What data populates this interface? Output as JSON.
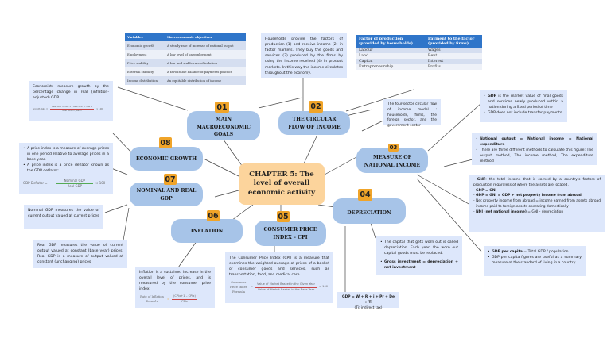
{
  "center": {
    "title": "CHAPTER 5: The level of overall economic activity"
  },
  "colors": {
    "node": "#a7c4e8",
    "badge": "#f0a429",
    "center": "#fcd49c",
    "note": "#dde7fb",
    "table_header": "#2f75c9"
  },
  "nodes": [
    {
      "number": "01",
      "label": "MAIN MACROECONOMIC GOALS"
    },
    {
      "number": "02",
      "label": "THE CIRCULAR FLOW OF INCOME"
    },
    {
      "number": "03",
      "label": "MEASURE OF NATIONAL INCOME"
    },
    {
      "number": "04",
      "label": "DEPRECIATION"
    },
    {
      "number": "05",
      "label": "CONSUMER PRICE INDEX – CPI"
    },
    {
      "number": "06",
      "label": "INFLATION"
    },
    {
      "number": "07",
      "label": "NOMINAL AND REAL GDP"
    },
    {
      "number": "08",
      "label": "ECONOMIC GROWTH"
    }
  ],
  "goals_table": {
    "headers": [
      "Variables",
      "Macroeconomic objectives"
    ],
    "rows": [
      [
        "Economic growth",
        "A steady rate of increase of national output"
      ],
      [
        "Employment",
        "A low level of unemployment"
      ],
      [
        "Price stability",
        "A low and stable rate of inflation"
      ],
      [
        "External stability",
        "A favourable balance of payments position"
      ],
      [
        "Income distribution",
        "An equitable distribution of income"
      ]
    ]
  },
  "factor_table": {
    "headers": [
      "Factor of production (provided by households)",
      "Payment to the factor (provided by firms)"
    ],
    "rows": [
      [
        "Labour",
        "Wages"
      ],
      [
        "Land",
        "Rent"
      ],
      [
        "Capital",
        "Interest"
      ],
      [
        "Entrepreneurship",
        "Profits"
      ]
    ]
  },
  "notes": {
    "circular_flow": "Households provide the factors of production (1) and receive income (2) in factor markets. They buy the goods and services (3) produced by the firms by using the income received (4) in product markets. In this way the income circulates throughout the economy.",
    "four_sector": "The four-sector circular flow of income model : households, firms, the foreign sector, and the government sector",
    "gdp": [
      {
        "bold": "GDP",
        "text": " is the market value of final goods and services newly produced within a nation during a fixed period of time"
      },
      {
        "bold": "",
        "text": "GDP does not include transfer payments"
      }
    ],
    "national_income": [
      {
        "bold": "National output = National income = National expenditure",
        "text": ""
      },
      {
        "bold": "",
        "text": "There are three different methods to calculate this figure: The output method, The income method, The expenditure method"
      }
    ],
    "gnp": [
      {
        "bold": "GNP",
        "text": ": the total income that is earned by a country's factors of production regardless of where the assets are located."
      },
      {
        "bold": "GNP = GNI",
        "text": ""
      },
      {
        "bold": "GNP = GNI = GDP + net property income from abroad",
        "text": ""
      },
      {
        "bold": "",
        "text": "Net property income from abroad = income earned from assets abroad - income paid to foreign assets operating domestically"
      },
      {
        "bold": "NNI (net national income)",
        "text": " = GNI - depreciation"
      }
    ],
    "per_capita": [
      {
        "bold": "GDP per capita",
        "text": " = Total GDP / population"
      },
      {
        "bold": "",
        "text": "GDP per capita figures are useful as a summary measure of the standard of living in a country."
      }
    ],
    "depreciation": [
      {
        "bold": "",
        "text": "The capital that gets worn out is called depreciation. Each year, the worn out capital goods must be replaced."
      },
      {
        "bold": "Gross investment = depreciation + net investment",
        "text": ""
      }
    ],
    "gdp_formula": {
      "line1": "GDP = W + R + i + Pr + De + Ti",
      "line2": "(Ti: indirect tax)"
    },
    "cpi": {
      "text": "The Consumer Price Index (CPI) is a measure that examines the weighted average of prices of a basket of consumer goods and services, such as transportation, food, and medical care.",
      "formula_label": "Consumer Price Index Formula",
      "numerator": "Value of Market Basket in the Given Year",
      "denominator": "Value of Market Basket in the Base Year",
      "multiplier": "× 100"
    },
    "inflation": {
      "text": "Inflation is a sustained increase in the overall level of prices, and is measured by the consumer price index.",
      "formula_label": "Rate of Inflation Formula",
      "numerator": "(CPIx+1 – CPIx)",
      "denominator": "CPIx"
    },
    "nominal_gdp": "Nominal GDP measures the value of current output valued at current prices",
    "real_gdp": "Real GDP measures the value of current output valued at constant (base year) prices. Real GDP is a measure of output valued at constant (unchanging) prices",
    "price_index": [
      {
        "bold": "",
        "text": "A price index is a measure of average prices in one period relative to average prices in a base year."
      },
      {
        "bold": "",
        "text": "A price index is a price deflator known as the GDP deflator:"
      }
    ],
    "deflator": {
      "label": "GDP Deflator =",
      "numerator": "Nominal GDP",
      "denominator": "Real GDP",
      "multiplier": "× 100"
    },
    "growth": {
      "text": "Economists measure growth by the percentage change in real (inflation-adjusted) GDP",
      "label": "Growth Rate =",
      "numerator": "Real GDP in Year 2 – Real GDP in Year 1",
      "denominator": "Real GDP in year 1",
      "multiplier": "× 100"
    }
  }
}
